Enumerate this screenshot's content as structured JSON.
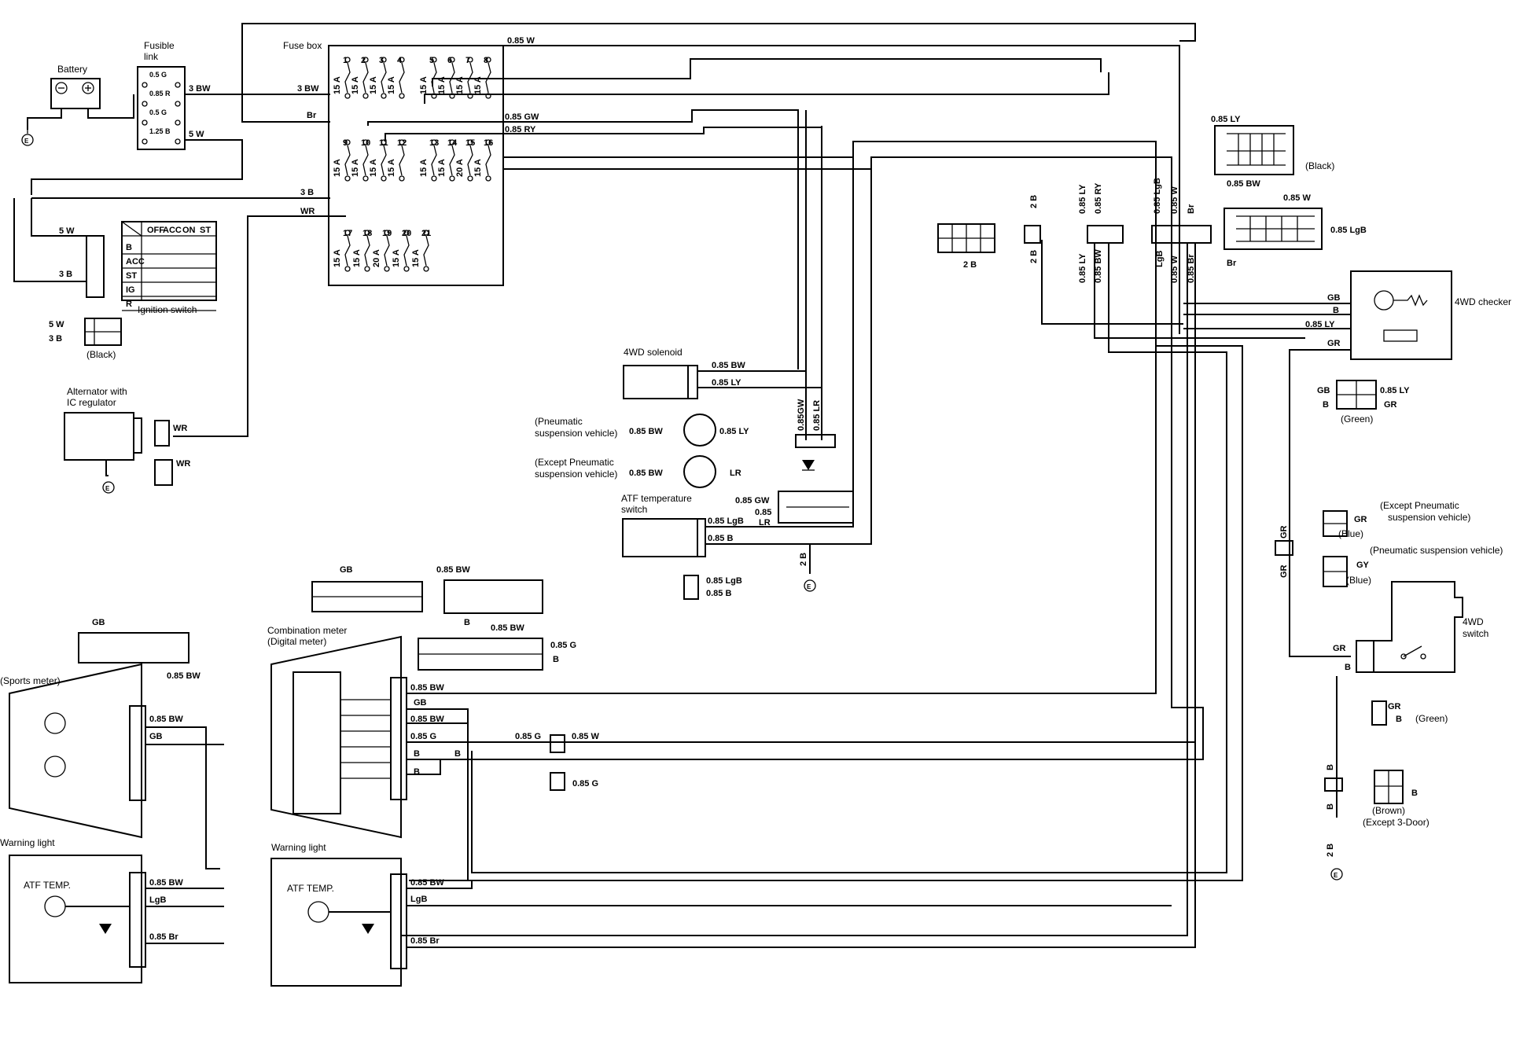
{
  "components": {
    "battery": "Battery",
    "fusible_link": "Fusible\nlink",
    "fuse_box": "Fuse box",
    "ignition_switch": "Ignition switch",
    "alternator": "Alternator with\nIC regulator",
    "solenoid_4wd": "4WD solenoid",
    "pneumatic": "(Pneumatic\nsuspension vehicle)",
    "except_pneumatic": "(Except Pneumatic\nsuspension vehicle)",
    "atf_switch": "ATF temperature\nswitch",
    "combination_meter": "Combination meter\n(Digital meter)",
    "sports_meter": "(Sports meter)",
    "warning_light_1": "Warning light",
    "warning_light_2": "Warning light",
    "atf_temp_1": "ATF TEMP.",
    "atf_temp_2": "ATF TEMP.",
    "checker_4wd": "4WD checker",
    "switch_4wd": "4WD\nswitch",
    "except_3door": "(Except 3-Door)"
  },
  "fusible_link_ratings": [
    "0.5 G",
    "0.85 R",
    "0.5 G",
    "1.25 B"
  ],
  "ignition_table": {
    "columns": [
      "OFF",
      "ACC",
      "ON",
      "ST"
    ],
    "rows": [
      "B",
      "ACC",
      "ST",
      "IG",
      "R"
    ]
  },
  "fuses": {
    "row1": [
      {
        "n": "1",
        "a": "15 A"
      },
      {
        "n": "2",
        "a": "15 A"
      },
      {
        "n": "3",
        "a": "15 A"
      },
      {
        "n": "4",
        "a": "15 A"
      },
      {
        "n": "5",
        "a": "15 A"
      },
      {
        "n": "6",
        "a": "15 A"
      },
      {
        "n": "7",
        "a": "15 A"
      },
      {
        "n": "8",
        "a": "15 A"
      }
    ],
    "row2": [
      {
        "n": "9",
        "a": "15 A"
      },
      {
        "n": "10",
        "a": "15 A"
      },
      {
        "n": "11",
        "a": "15 A"
      },
      {
        "n": "12",
        "a": "15 A"
      },
      {
        "n": "13",
        "a": "15 A"
      },
      {
        "n": "14",
        "a": "15 A"
      },
      {
        "n": "15",
        "a": "20 A"
      },
      {
        "n": "16",
        "a": "15 A"
      }
    ],
    "row3": [
      {
        "n": "17",
        "a": "15 A"
      },
      {
        "n": "18",
        "a": "15 A"
      },
      {
        "n": "19",
        "a": "20 A"
      },
      {
        "n": "20",
        "a": "15 A"
      },
      {
        "n": "21",
        "a": "15 A"
      }
    ]
  },
  "wires": {
    "w3bw_a": "3 BW",
    "w3bw_b": "3 BW",
    "br": "Br",
    "w5w_a": "5 W",
    "w3b_a": "3 B",
    "wr_a": "WR",
    "w5w_ign": "5 W",
    "w3b_ign": "3 B",
    "w085w_top": "0.85 W",
    "w085gw_top": "0.85 GW",
    "w085ry_top": "0.85 RY",
    "w5w_conn": "5 W",
    "w3b_conn": "3 B",
    "wr_alt": "WR",
    "wr_alt2": "WR",
    "v2b": "2 B",
    "v2b_b": "2 B",
    "v085ly": "0.85 LY",
    "v085ry": "0.85 RY",
    "v085ly_b": "0.85 LY",
    "v085bw_b": "0.85 BW",
    "v085lgb": "0.85 LgB",
    "v085w": "0.85 W",
    "vbr": "Br",
    "vlgb": "LgB",
    "v085w_b": "0.85 W",
    "v085br": "0.85 Br",
    "c085ly": "0.85 LY",
    "c085bw": "0.85 BW",
    "c085w": "0.85 W",
    "c085lgb": "0.85 LgB",
    "cbr": "Br",
    "c2b": "2 B",
    "gb": "GB",
    "b": "B",
    "ly085": "0.85 LY",
    "gr": "GR",
    "gb_c": "GB",
    "b_c": "B",
    "ly_c": "0.85 LY",
    "gr_c": "GR",
    "sol_bw": "0.85 BW",
    "sol_ly": "0.85 LY",
    "pn_bw": "0.85 BW",
    "pn_ly": "0.85 LY",
    "ep_bw": "0.85 BW",
    "ep_lr": "LR",
    "vgw": "0.85GW",
    "vlr": "0.85 LR",
    "atf_gw": "0.85 GW",
    "atf_085": "0.85",
    "atf_lr": "LR",
    "atf_lgb": "0.85 LgB",
    "atf_b": "0.85 B",
    "atf_2b": "2 B",
    "atfc_lgb": "0.85 LgB",
    "atfc_b": "0.85 B",
    "gr_v": "GR",
    "gr_v2": "GR",
    "gr_sw": "GR",
    "b_sw": "B",
    "ep_gr": "GR",
    "pn_gy": "GY",
    "green_gr": "GR",
    "green_b": "B",
    "brown_b": "B",
    "b_v": "B",
    "b_v2": "B",
    "gnd_2b": "2 B",
    "gb_meter": "GB",
    "bw_meter": "0.85 BW",
    "b_meter": "B",
    "bw_meter2": "0.85 BW",
    "g_meter": "0.85 G",
    "b_meter2": "B",
    "gb_sp": "GB",
    "bw_sp": "0.85 BW",
    "sp_bw": "0.85 BW",
    "sp_gb": "GB",
    "dm_bw": "0.85 BW",
    "dm_gb": "GB",
    "dm_bw2": "0.85 BW",
    "dm_g": "0.85 G",
    "dm_b": "B",
    "dm_b2": "B",
    "dm_b3": "B",
    "g085": "0.85 G",
    "w085": "0.85 W",
    "g085_c": "0.85 G",
    "wl1_bw": "0.85 BW",
    "wl1_lgb": "LgB",
    "wl1_br": "0.85 Br",
    "wl2_bw": "0.85 BW",
    "wl2_lgb": "LgB",
    "wl2_br": "0.85 Br",
    "ly_black": "0.85 LY",
    "bw_black": "0.85 BW",
    "w_conn2": "0.85 W",
    "lgb_conn2": "0.85 LgB",
    "br_conn2": "Br",
    "gb_green": "GB",
    "b_green": "B",
    "ly_green": "0.85 LY",
    "gr_green": "GR"
  },
  "colors_text": {
    "black1": "(Black)",
    "black2": "(Black)",
    "green1": "(Green)",
    "blue1": "(Blue)",
    "blue2": "(Blue)",
    "green2": "(Green)",
    "brown": "(Brown)",
    "ep_note": "(Except Pneumatic\nsuspension vehicle)",
    "pn_note": "(Pneumatic suspension vehicle)"
  }
}
